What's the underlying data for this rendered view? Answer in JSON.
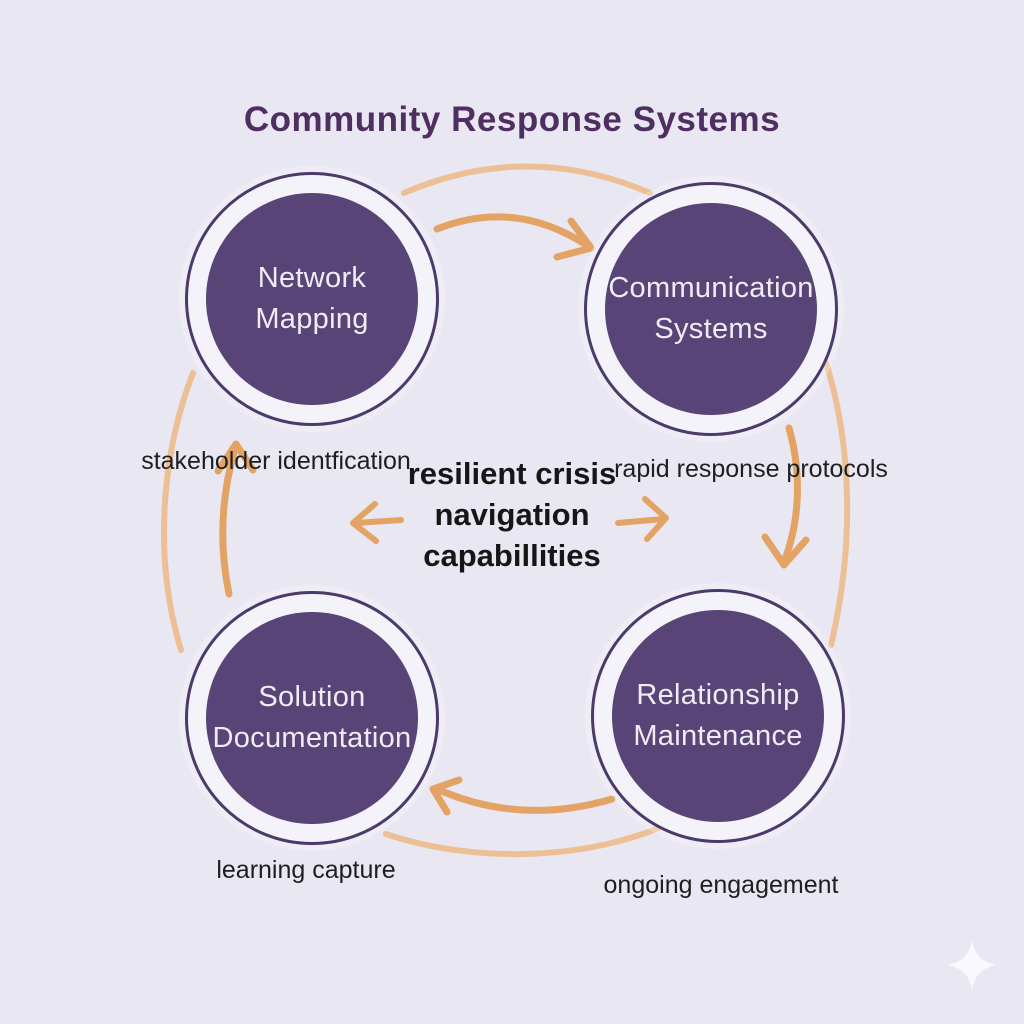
{
  "title": "Community Response Systems",
  "center": {
    "text": "resilient crisis\nnavigation\ncapabillities"
  },
  "nodes": [
    {
      "id": "network-mapping",
      "label": "Network\nMapping"
    },
    {
      "id": "communication-systems",
      "label": "Communication\nSystems"
    },
    {
      "id": "relationship-maintenance",
      "label": "Relationship\nMaintenance"
    },
    {
      "id": "solution-documentation",
      "label": "Solution\nDocumentation"
    }
  ],
  "edge_labels": [
    {
      "id": "stakeholder-identification",
      "text": "stakeholder identfication"
    },
    {
      "id": "rapid-response-protocols",
      "text": "rapid response protocols"
    },
    {
      "id": "ongoing-engagement",
      "text": "ongoing engagement"
    },
    {
      "id": "learning-capture",
      "text": "learning capture"
    }
  ],
  "icons": [
    {
      "name": "sparkle-icon"
    }
  ],
  "colors": {
    "background": "#e9e7f2",
    "node_fill": "#594478",
    "node_ring": "#4c3a6b",
    "node_text": "#efecf5",
    "arrow": "#e3a365",
    "arrow_light": "#ecc094",
    "title": "#4f2e61",
    "label_text": "#1e1e1e",
    "sparkle": "#f9f8fc"
  }
}
